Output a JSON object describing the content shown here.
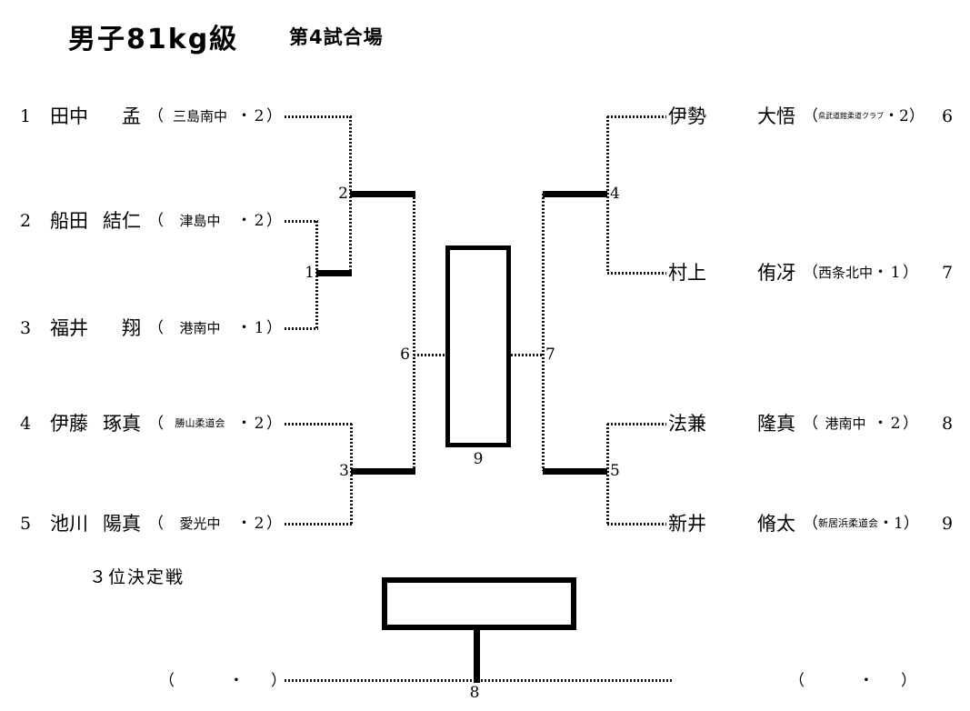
{
  "header": {
    "title": "男子81kg級",
    "venue": "第4試合場"
  },
  "punct": {
    "open": "（",
    "close": "）",
    "dot": "・"
  },
  "players_left": [
    {
      "seed": "1",
      "surname": "田中",
      "given": "孟",
      "school": "三島南中",
      "grade": "2"
    },
    {
      "seed": "2",
      "surname": "船田",
      "given": "結仁",
      "school": "津島中",
      "grade": "2"
    },
    {
      "seed": "3",
      "surname": "福井",
      "given": "翔",
      "school": "港南中",
      "grade": "1"
    },
    {
      "seed": "4",
      "surname": "伊藤",
      "given": "琢真",
      "school": "勝山柔道会",
      "grade": "2"
    },
    {
      "seed": "5",
      "surname": "池川",
      "given": "陽真",
      "school": "愛光中",
      "grade": "2"
    }
  ],
  "players_right": [
    {
      "seed": "6",
      "surname": "伊勢",
      "given": "大悟",
      "school": "県武道館柔道クラブ",
      "grade": "2"
    },
    {
      "seed": "7",
      "surname": "村上",
      "given": "侑冴",
      "school": "西条北中",
      "grade": "1"
    },
    {
      "seed": "8",
      "surname": "法兼",
      "given": "隆真",
      "school": "港南中",
      "grade": "2"
    },
    {
      "seed": "9",
      "surname": "新井",
      "given": "脩太",
      "school": "新居浜柔道会",
      "grade": "1"
    }
  ],
  "bouts": {
    "m1": "1",
    "m2": "2",
    "m3": "3",
    "m4": "4",
    "m5": "5",
    "m6": "6",
    "m7": "7",
    "m8": "8",
    "m9": "9"
  },
  "third_place": {
    "label": "３位決定戦"
  },
  "colors": {
    "line": "#000000",
    "background": "#ffffff"
  }
}
